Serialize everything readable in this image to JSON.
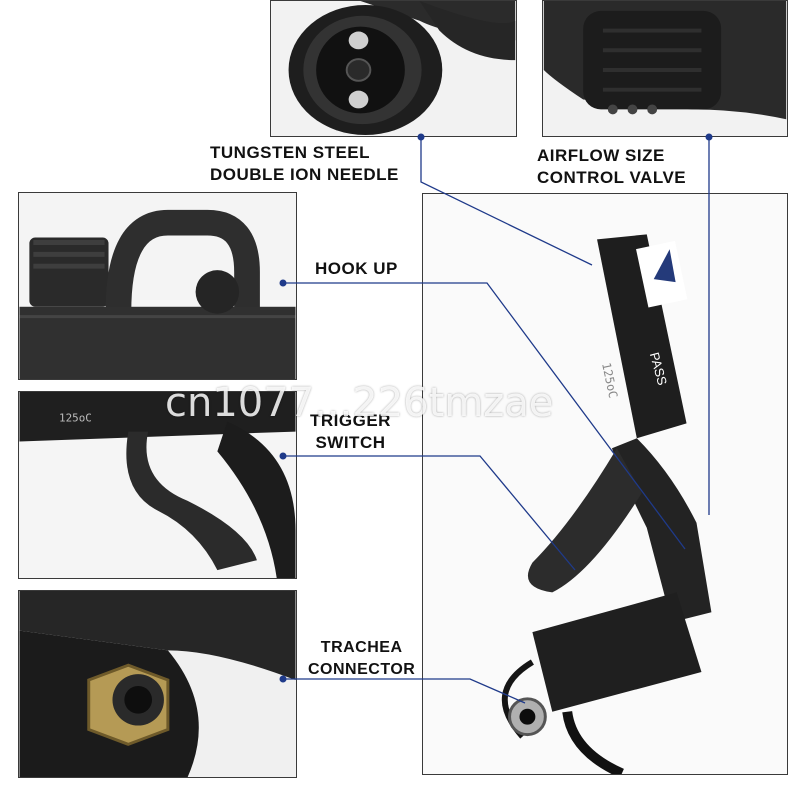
{
  "labels": {
    "needle": "TUNGSTEN STEEL\nDOUBLE ION NEEDLE",
    "valve": "AIRFLOW SIZE\nCONTROL VALVE",
    "hook": "HOOK UP",
    "trigger": "TRIGGER\nSWITCH",
    "connector": "TRACHEA\nCONNECTOR"
  },
  "photo_text": {
    "tube_print_1": "125oC",
    "tube_print_2": "PASS",
    "trigger_tube_print": "125oC"
  },
  "watermark": "cn1077...226tmzae",
  "colors": {
    "connector_line": "#1f3a8a",
    "dot": "#1f3a8a",
    "label_text": "#111111",
    "frame": "#3a3a3a"
  }
}
